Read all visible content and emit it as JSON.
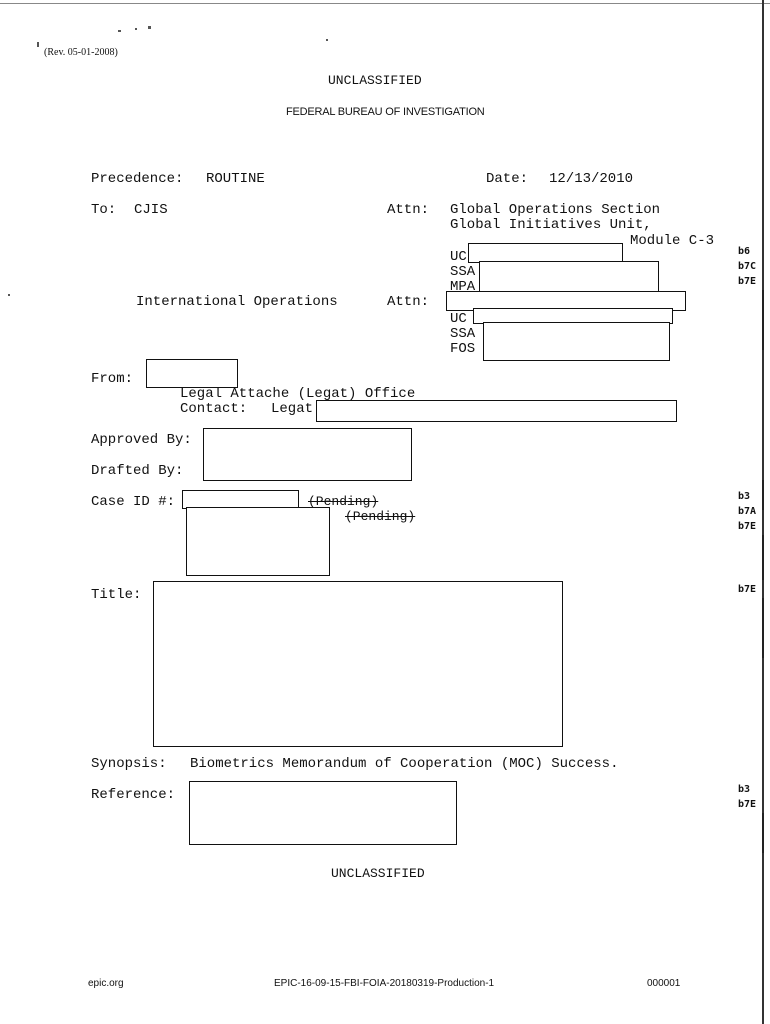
{
  "header": {
    "rev": "(Rev. 05-01-2008)",
    "classification_top": "UNCLASSIFIED",
    "agency": "FEDERAL BUREAU OF INVESTIGATION"
  },
  "memo": {
    "precedence_label": "Precedence:",
    "precedence_value": "ROUTINE",
    "date_label": "Date:",
    "date_value": "12/13/2010",
    "to_label": "To:",
    "to_value": "CJIS",
    "attn_label": "Attn:",
    "attn_line1": "Global Operations Section",
    "attn_line2": "Global Initiatives Unit,",
    "attn_line3": "Module C-3",
    "attn_uc": "UC",
    "attn_ssa": "SSA",
    "attn_mpa": "MPA",
    "intl_ops": "International Operations",
    "attn2_label": "Attn:",
    "attn2_uc": "UC",
    "attn2_ssa": "SSA",
    "attn2_fos": "FOS",
    "from_label": "From:",
    "from_office": "Legal Attache (Legat) Office",
    "contact_label": "Contact:",
    "contact_value": "Legat",
    "approved_by_label": "Approved By:",
    "drafted_by_label": "Drafted By:",
    "case_id_label": "Case ID #:",
    "pending_1": "(Pending)",
    "pending_2": "(Pending)",
    "title_label": "Title:",
    "synopsis_label": "Synopsis:",
    "synopsis_value": "Biometrics Memorandum of Cooperation (MOC) Success.",
    "reference_label": "Reference:",
    "classification_bottom": "UNCLASSIFIED"
  },
  "exemptions": {
    "group1": [
      "b6",
      "b7C",
      "b7E"
    ],
    "group2": [
      "b3",
      "b7A",
      "b7E"
    ],
    "group3": [
      "b7E"
    ],
    "group4": [
      "b3",
      "b7E"
    ]
  },
  "footer": {
    "left": "epic.org",
    "center": "EPIC-16-09-15-FBI-FOIA-20180319-Production-1",
    "right": "000001"
  }
}
